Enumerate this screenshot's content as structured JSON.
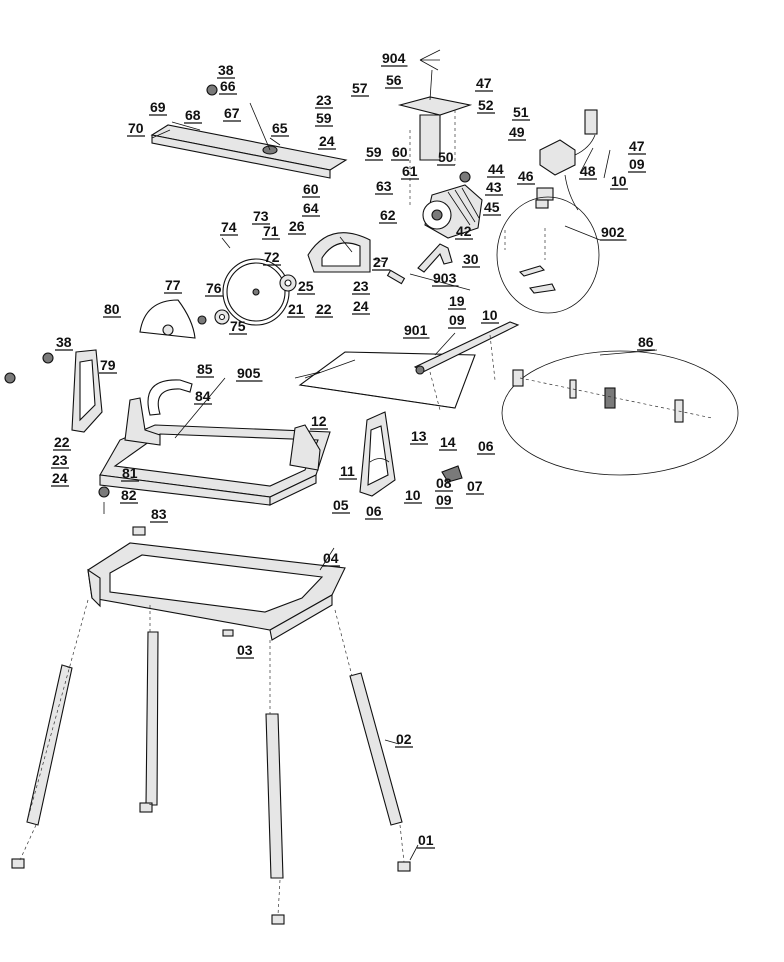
{
  "callouts": [
    "38",
    "66",
    "67",
    "69",
    "68",
    "70",
    "65",
    "23",
    "59",
    "24",
    "904",
    "57",
    "56",
    "47",
    "52",
    "51",
    "49",
    "59",
    "60",
    "50",
    "61",
    "44",
    "43",
    "63",
    "60",
    "64",
    "62",
    "26",
    "42",
    "45",
    "46",
    "902",
    "48",
    "47",
    "09",
    "10",
    "74",
    "73",
    "71",
    "72",
    "27",
    "30",
    "903",
    "77",
    "76",
    "80",
    "75",
    "25",
    "21",
    "22",
    "23",
    "24",
    "19",
    "09",
    "10",
    "901",
    "38",
    "79",
    "85",
    "84",
    "905",
    "86",
    "22",
    "23",
    "24",
    "12",
    "11",
    "13",
    "14",
    "06",
    "81",
    "82",
    "05",
    "06",
    "10",
    "09",
    "08",
    "07",
    "83",
    "04",
    "03",
    "02",
    "01"
  ]
}
